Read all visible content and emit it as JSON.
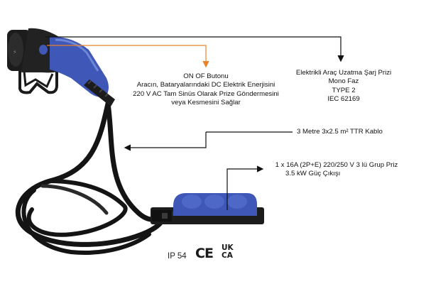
{
  "callouts": {
    "button": {
      "lines": [
        "ON OF Butonu",
        "Aracın, Bataryalarındaki DC Elektrik Enerjisini",
        "220 V AC Tam Sinüs Olarak Prize Göndermesini",
        "veya Kesmesini Sağlar"
      ]
    },
    "connector": {
      "lines": [
        "Elektrikli Araç Uzatma Şarj Prizi",
        "Mono Faz",
        "TYPE 2",
        "IEC 62169"
      ]
    },
    "cable": {
      "text": "3 Metre 3x2.5 m² TTR Kablo"
    },
    "socket": {
      "lines": [
        "1 x 16A (2P+E) 220/250 V 3 lü Grup Priz",
        "3.5 kW Güç Çıkışı"
      ]
    }
  },
  "certifications": {
    "ip": "IP 54",
    "ce": "CE",
    "ukca_top": "UK",
    "ukca_bottom": "CA"
  },
  "colors": {
    "button_leader": "#e8832a",
    "leader": "#111111",
    "connector_blue": "#3f57b6",
    "body_black": "#1c1c1c"
  }
}
